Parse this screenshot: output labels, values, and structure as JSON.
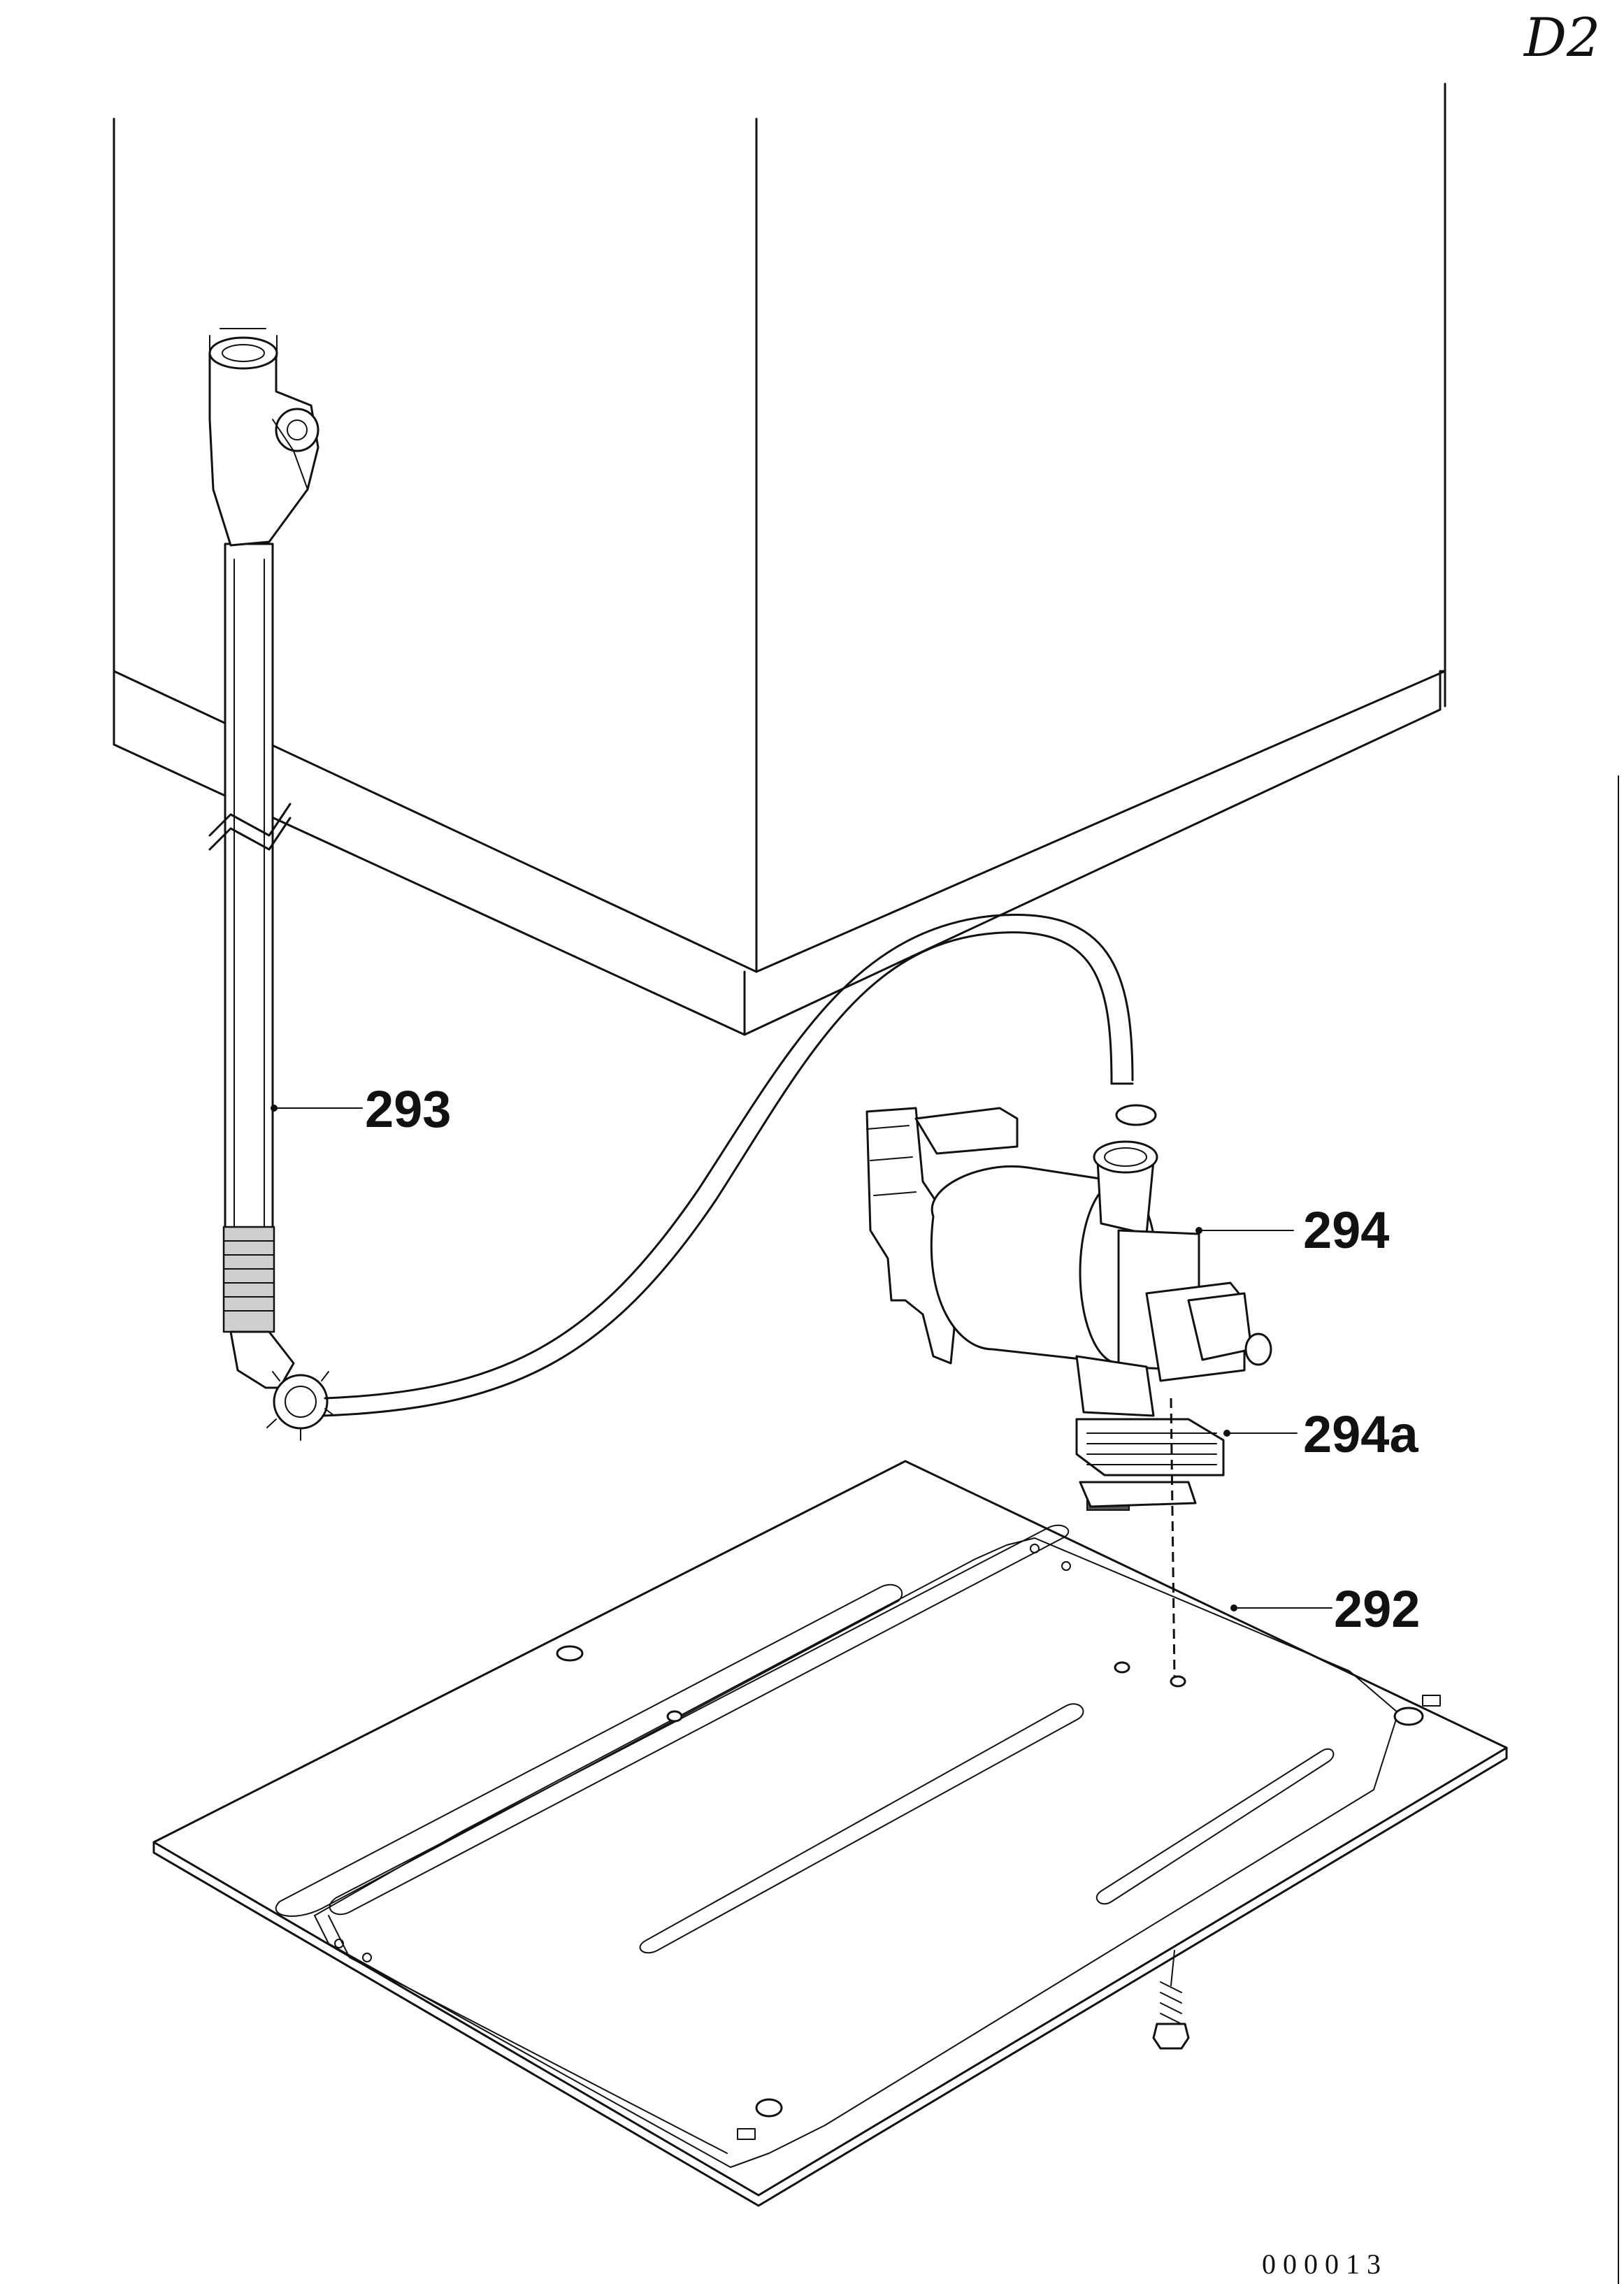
{
  "diagram": {
    "corner_mark": "D2",
    "drawing_number": "000013",
    "callouts": [
      {
        "id": "hose",
        "label": "293"
      },
      {
        "id": "pump",
        "label": "294"
      },
      {
        "id": "filter",
        "label": "294a"
      },
      {
        "id": "base",
        "label": "292"
      }
    ]
  }
}
